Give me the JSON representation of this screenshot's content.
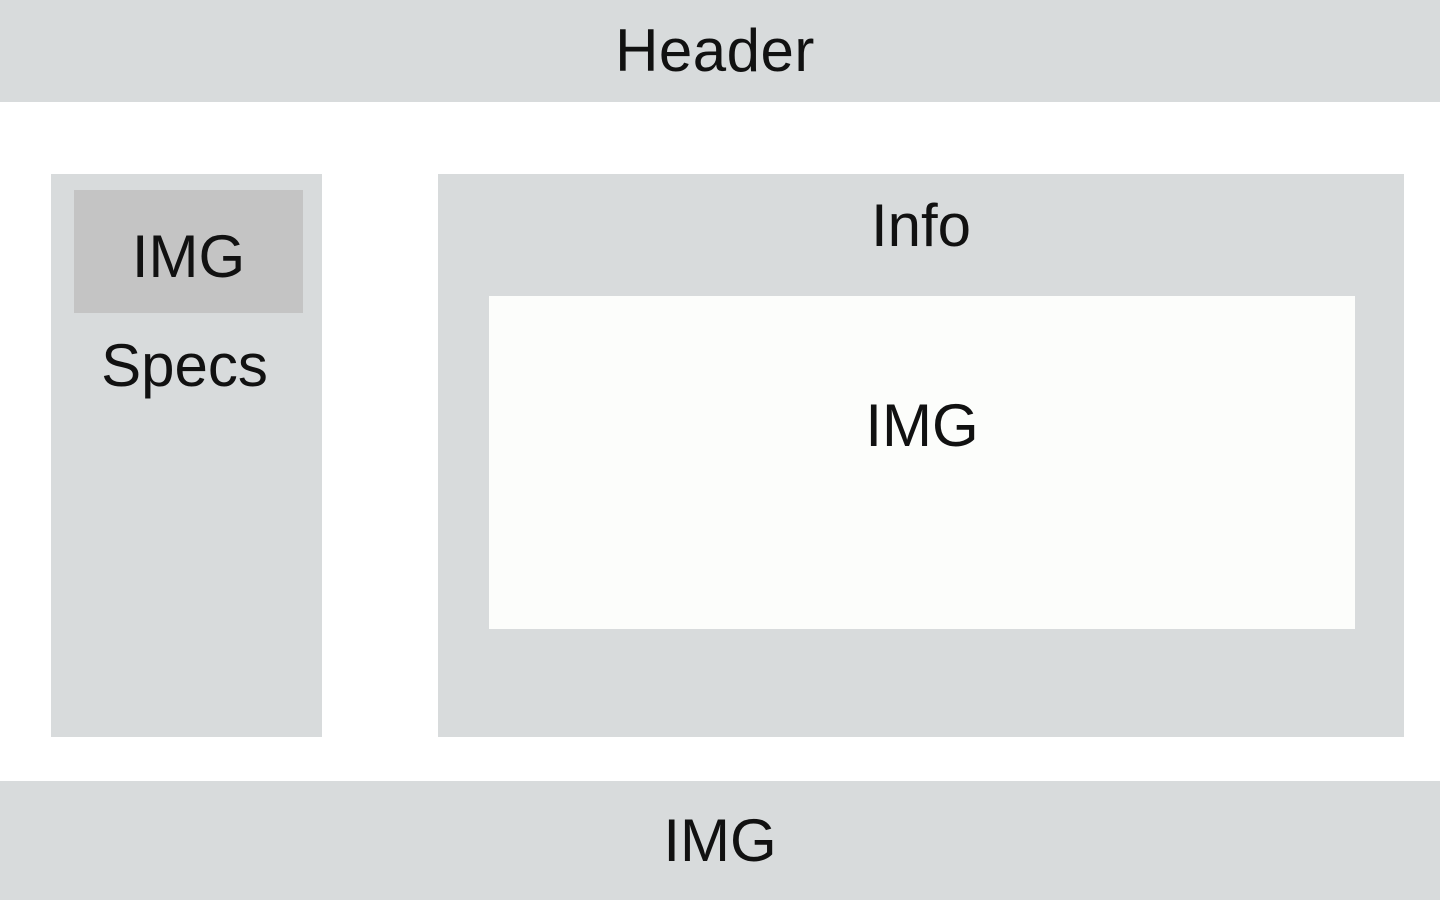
{
  "header": {
    "title": "Header"
  },
  "sidebar": {
    "image_label": "IMG",
    "title": "Specs"
  },
  "main": {
    "title": "Info",
    "image_label": "IMG"
  },
  "footer": {
    "image_label": "IMG"
  },
  "colors": {
    "panel": "#d8dbdc",
    "image_placeholder": "#c4c4c4",
    "image_area": "#fcfdfb",
    "background": "#ffffff"
  }
}
